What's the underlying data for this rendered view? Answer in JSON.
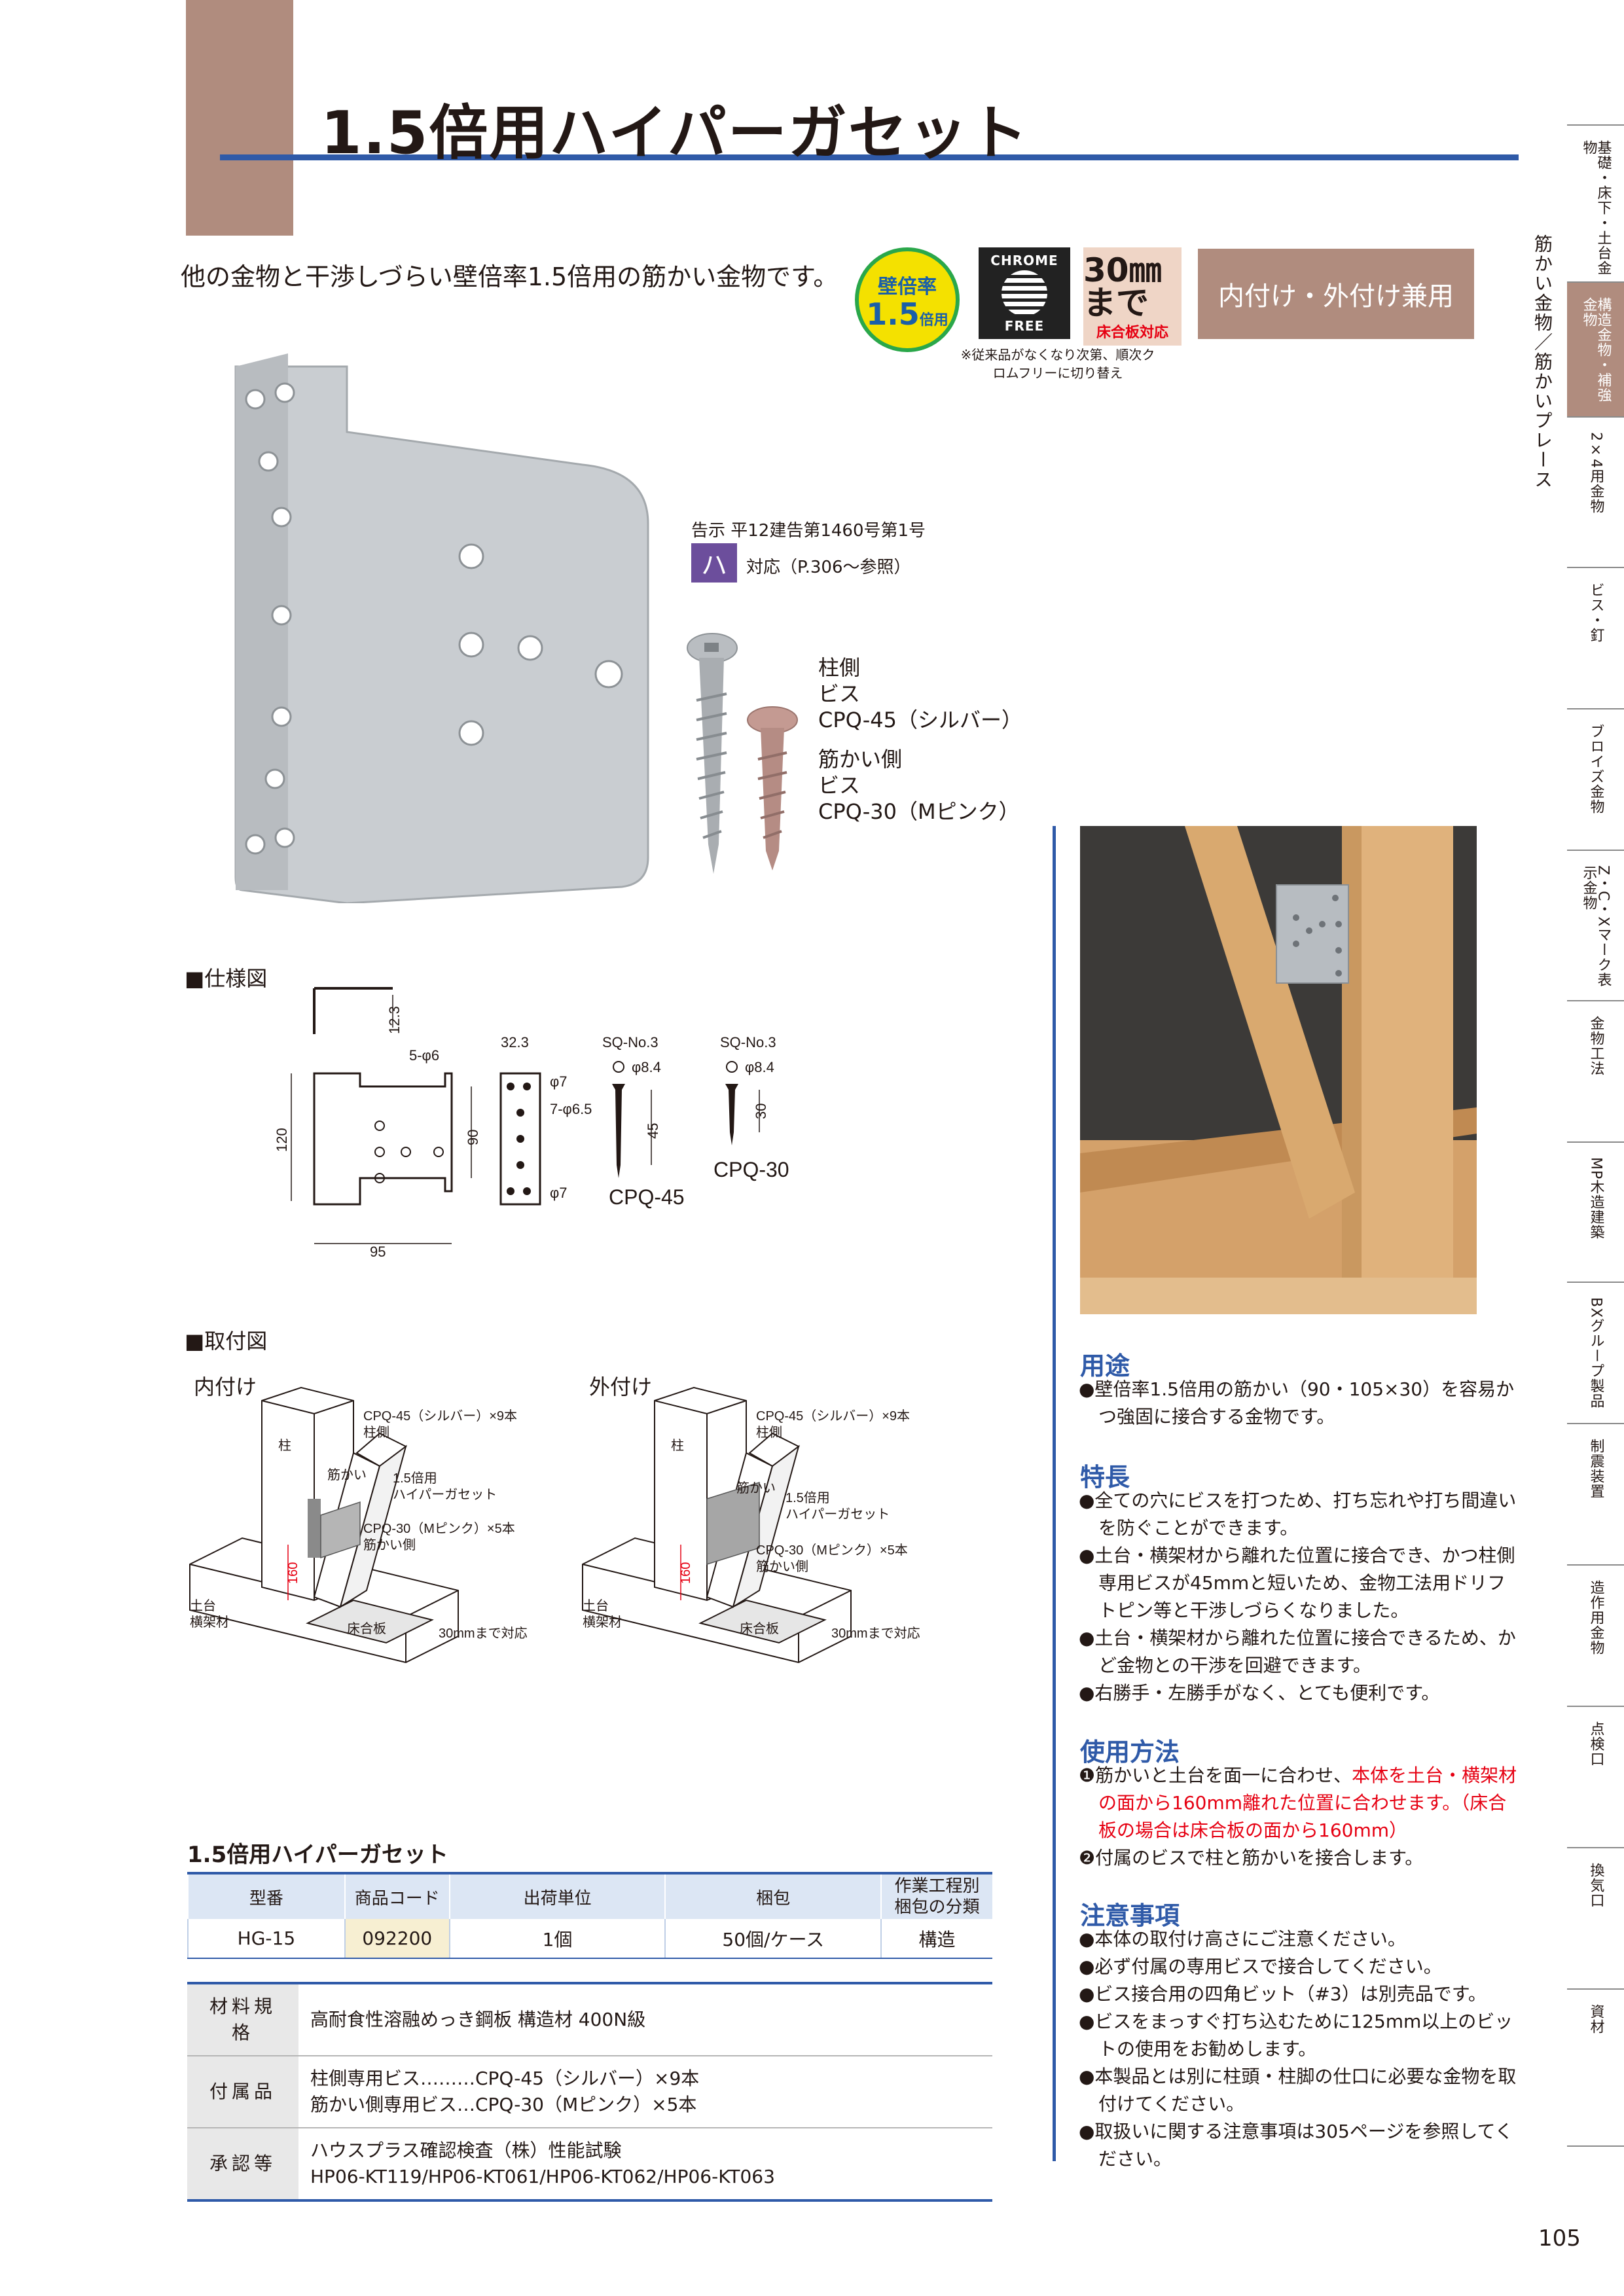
{
  "title": "1.5倍用ハイパーガセット",
  "intro": "他の金物と干渉しづらい壁倍率1.5倍用の筋かい金物です。",
  "badges": {
    "shear_line1": "壁倍率",
    "shear_line2": "1.5",
    "shear_unit": "倍用",
    "chrome_top": "CHROME",
    "chrome_bottom": "FREE",
    "floor_big": "30㎜まで",
    "floor_small": "床合板対応",
    "note": "※従来品がなくなり次第、順次クロムフリーに切り替え"
  },
  "use_box": "内付け・外付け兼用",
  "notice": {
    "text": "告示 平12建告第1460号第1号",
    "badge": "ハ",
    "ref": "対応（P.306〜参照）"
  },
  "screws": {
    "pillar": [
      "柱側",
      "ビス",
      "CPQ-45（シルバー）"
    ],
    "brace": [
      "筋かい側",
      "ビス",
      "CPQ-30（Mピンク）"
    ]
  },
  "spec_drawing": {
    "heading": "■仕様図",
    "dim_thickness": "12.3",
    "dim_width_side": "32.3",
    "dim_holes_front": "5-φ6",
    "dim_height": "120",
    "dim_inner": "90",
    "dim_width": "95",
    "dim_phi7_top": "φ7",
    "dim_holes_side": "7-φ6.5",
    "dim_phi7_bottom": "φ7",
    "sq_a": "SQ-No.3",
    "phi_a": "φ8.4",
    "len_a": "45",
    "name_a": "CPQ-45",
    "sq_b": "SQ-No.3",
    "phi_b": "φ8.4",
    "len_b": "30",
    "name_b": "CPQ-30"
  },
  "install": {
    "heading": "■取付図",
    "inner_title": "内付け",
    "outer_title": "外付け",
    "cpq45": "CPQ-45（シルバー）×9本",
    "pillar_side": "柱側",
    "pillar": "柱",
    "brace": "筋かい",
    "product_1": "1.5倍用",
    "product_2": "ハイパーガセット",
    "cpq30": "CPQ-30（Mピンク）×5本",
    "brace_side": "筋かい側",
    "base_1": "土台",
    "base_2": "横架材",
    "dim_160": "160",
    "floor": "床合板",
    "floor_max": "30mmまで対応"
  },
  "table_title": "1.5倍用ハイパーガセット",
  "table": {
    "headers": [
      "型番",
      "商品コード",
      "出荷単位",
      "梱包",
      "作業工程別",
      "梱包の分類"
    ],
    "row": [
      "HG-15",
      "092200",
      "1個",
      "50個/ケース",
      "構造"
    ]
  },
  "specs": {
    "material_label": "材料規格",
    "material": "高耐食性溶融めっき鋼板 構造材 400N級",
    "parts_label": "付属品",
    "parts_1": "柱側専用ビス………CPQ-45（シルバー）×9本",
    "parts_2": "筋かい側専用ビス…CPQ-30（Mピンク）×5本",
    "approval_label": "承認等",
    "approval_1": "ハウスプラス確認検査（株）性能試験",
    "approval_2": "HP06-KT119/HP06-KT061/HP06-KT062/HP06-KT063"
  },
  "uses": {
    "heading": "用途",
    "items": [
      "●壁倍率1.5倍用の筋かい（90・105×30）を容易かつ強固に接合する金物です。"
    ]
  },
  "features": {
    "heading": "特長",
    "items": [
      "●全ての穴にビスを打つため、打ち忘れや打ち間違いを防ぐことができます。",
      "●土台・横架材から離れた位置に接合でき、かつ柱側専用ビスが45mmと短いため、金物工法用ドリフトピン等と干渉しづらくなりました。",
      "●土台・横架材から離れた位置に接合できるため、かど金物との干渉を回避できます。",
      "●右勝手・左勝手がなく、とても便利です。"
    ]
  },
  "method": {
    "heading": "使用方法",
    "step1_a": "❶筋かいと土台を面一に合わせ、",
    "step1_b": "本体を土台・横架材の面から160mm離れた位置に合わせます。（床合板の場合は床合板の面から160mm）",
    "step2": "❷付属のビスで柱と筋かいを接合します。"
  },
  "cautions": {
    "heading": "注意事項",
    "items": [
      "●本体の取付け高さにご注意ください。",
      "●必ず付属の専用ビスで接合してください。",
      "●ビス接合用の四角ビット（#3）は別売品です。",
      "●ビスをまっすぐ打ち込むために125mm以上のビットの使用をお勧めします。",
      "●本製品とは別に柱頭・柱脚の仕口に必要な金物を取付けてください。",
      "●取扱いに関する注意事項は305ページを参照してください。"
    ]
  },
  "side_category": "筋かい金物／筋かいプレース",
  "side_tabs": [
    "基礎・床下・土台金物",
    "構造金物・補強金物",
    "2×4用金物",
    "ビス・釘",
    "ブロイズ金物",
    "Z・C・Xマーク表示金物",
    "金物工法",
    "MP木造建築",
    "BXグループ製品",
    "制震装置",
    "造作用金物",
    "点検口",
    "換気口",
    "資材"
  ],
  "page_number": "105"
}
